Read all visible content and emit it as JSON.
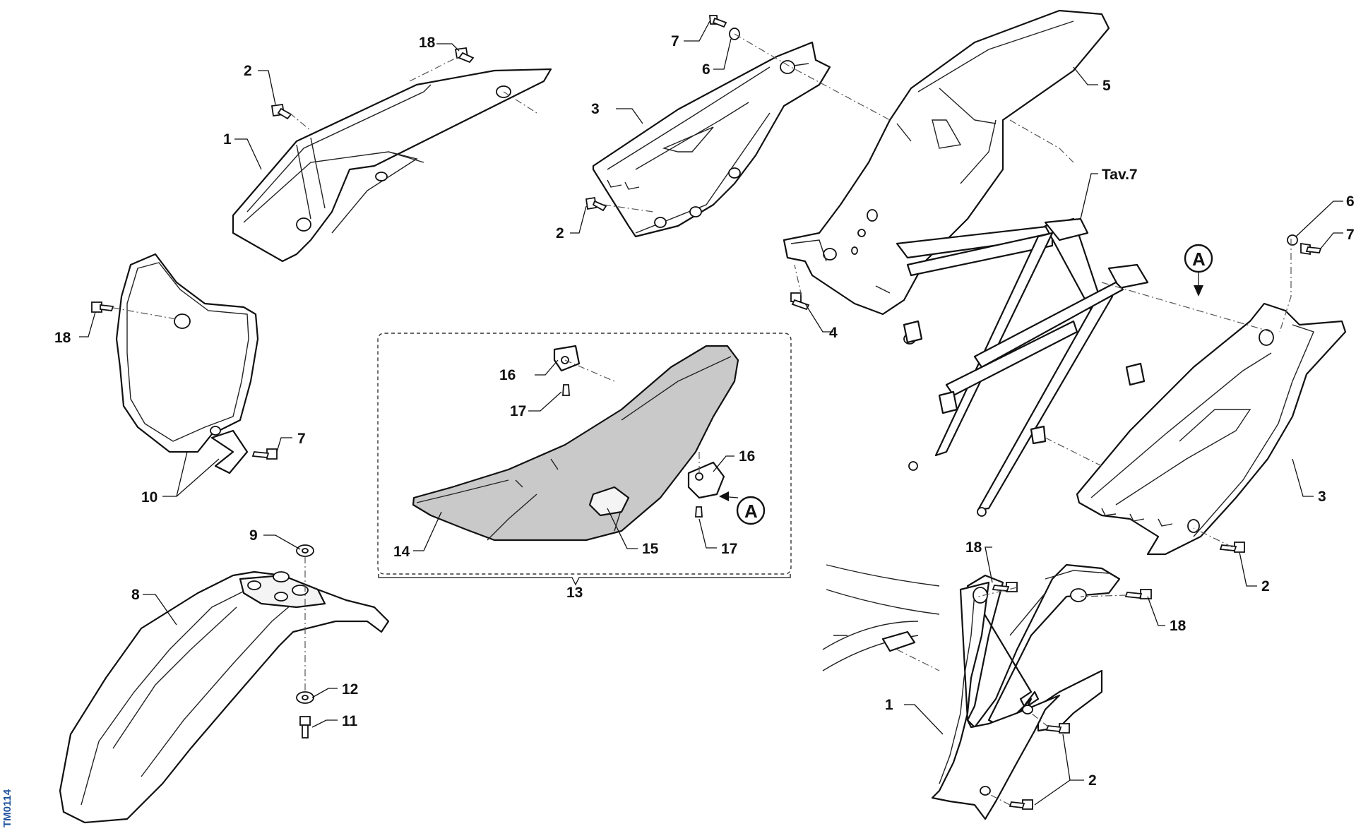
{
  "drawing_code": "TM0114",
  "view_reference": "A",
  "table_reference": "Tav.7",
  "callouts": {
    "c1_top": "1",
    "c1_bottom": "1",
    "c2_a": "2",
    "c2_b": "2",
    "c2_c": "2",
    "c2_d": "2",
    "c3_a": "3",
    "c3_b": "3",
    "c4": "4",
    "c5": "5",
    "c6_a": "6",
    "c6_b": "6",
    "c7_a": "7",
    "c7_b": "7",
    "c7_c": "7",
    "c8": "8",
    "c9": "9",
    "c10": "10",
    "c11": "11",
    "c12": "12",
    "c13": "13",
    "c14": "14",
    "c15": "15",
    "c16_a": "16",
    "c16_b": "16",
    "c17_a": "17",
    "c17_b": "17",
    "c18_a": "18",
    "c18_b": "18",
    "c18_c": "18",
    "c18_d": "18"
  }
}
